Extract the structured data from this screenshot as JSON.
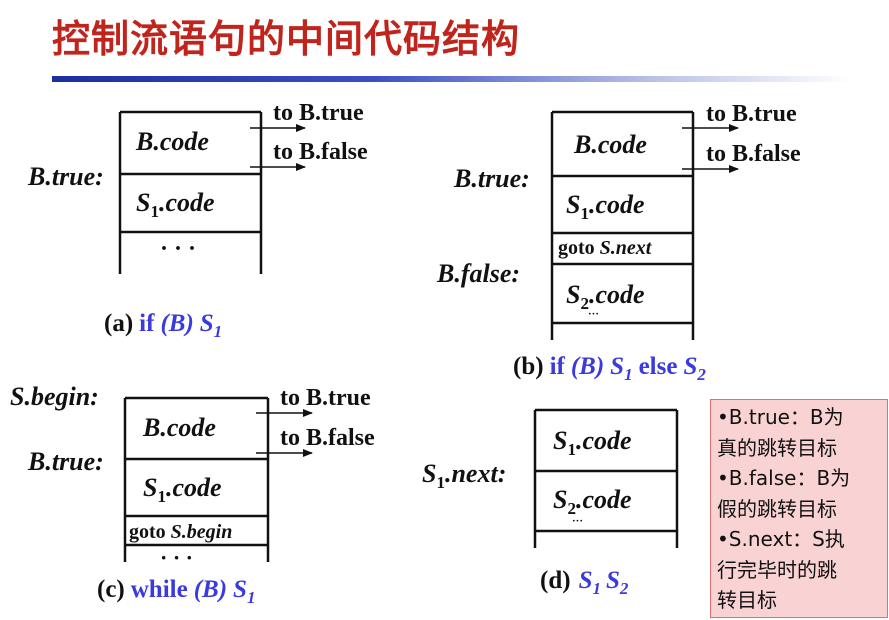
{
  "title": "控制流语句的中间代码结构",
  "diagrams": {
    "a": {
      "caption_prefix": "(a)",
      "caption_kw": "if",
      "caption_cond": "(B)",
      "caption_stmt": "S",
      "caption_sub": "1",
      "labels": {
        "b_true": "B.true:"
      },
      "arrows": {
        "true": "to B.true",
        "false": "to B.false"
      },
      "cells": {
        "b_code": "B.code",
        "s1": "S",
        "s1_sub": "1",
        "s1_rest": ".code",
        "dots": "· · ·"
      }
    },
    "b": {
      "caption_prefix": "(b)",
      "caption_kw": "if",
      "caption_cond": "(B)",
      "caption_s1": "S",
      "caption_s1_sub": "1",
      "caption_else": "else",
      "caption_s2": "S",
      "caption_s2_sub": "2",
      "labels": {
        "b_true": "B.true:",
        "b_false": "B.false:"
      },
      "arrows": {
        "true": "to B.true",
        "false": "to B.false"
      },
      "cells": {
        "b_code": "B.code",
        "s1": "S",
        "s1_sub": "1",
        "s1_rest": ".code",
        "goto": "goto",
        "goto_target": "S.next",
        "s2": "S",
        "s2_sub": "2",
        "s2_rest": ".code",
        "dots": "···"
      }
    },
    "c": {
      "caption_prefix": "(c)",
      "caption_kw": "while",
      "caption_cond": "(B)",
      "caption_stmt": "S",
      "caption_sub": "1",
      "labels": {
        "s_begin": "S.begin:",
        "b_true": "B.true:"
      },
      "arrows": {
        "true": "to B.true",
        "false": "to B.false"
      },
      "cells": {
        "b_code": "B.code",
        "s1": "S",
        "s1_sub": "1",
        "s1_rest": ".code",
        "goto": "goto",
        "goto_target": "S.begin",
        "dots": "· · ·"
      }
    },
    "d": {
      "caption_prefix": "(d)",
      "caption_s1": "S",
      "caption_s1_sub": "1",
      "caption_s2": "S",
      "caption_s2_sub": "2",
      "labels": {
        "s1_next": "S",
        "s1_next_sub": "1",
        "s1_next_rest": ".next:"
      },
      "cells": {
        "s1": "S",
        "s1_sub": "1",
        "s1_rest": ".code",
        "s2": "S",
        "s2_sub": "2",
        "s2_rest": ".code",
        "dots": "···"
      }
    }
  },
  "note": {
    "lines": [
      "•B.true：B为",
      "真的跳转目标",
      "•B.false：B为",
      "假的跳转目标",
      "•S.next：S执",
      "行完毕时的跳",
      "转目标"
    ]
  },
  "colors": {
    "title": "#c0251d",
    "keyword": "#3a3adf",
    "note_bg": "#f9d3d3"
  }
}
